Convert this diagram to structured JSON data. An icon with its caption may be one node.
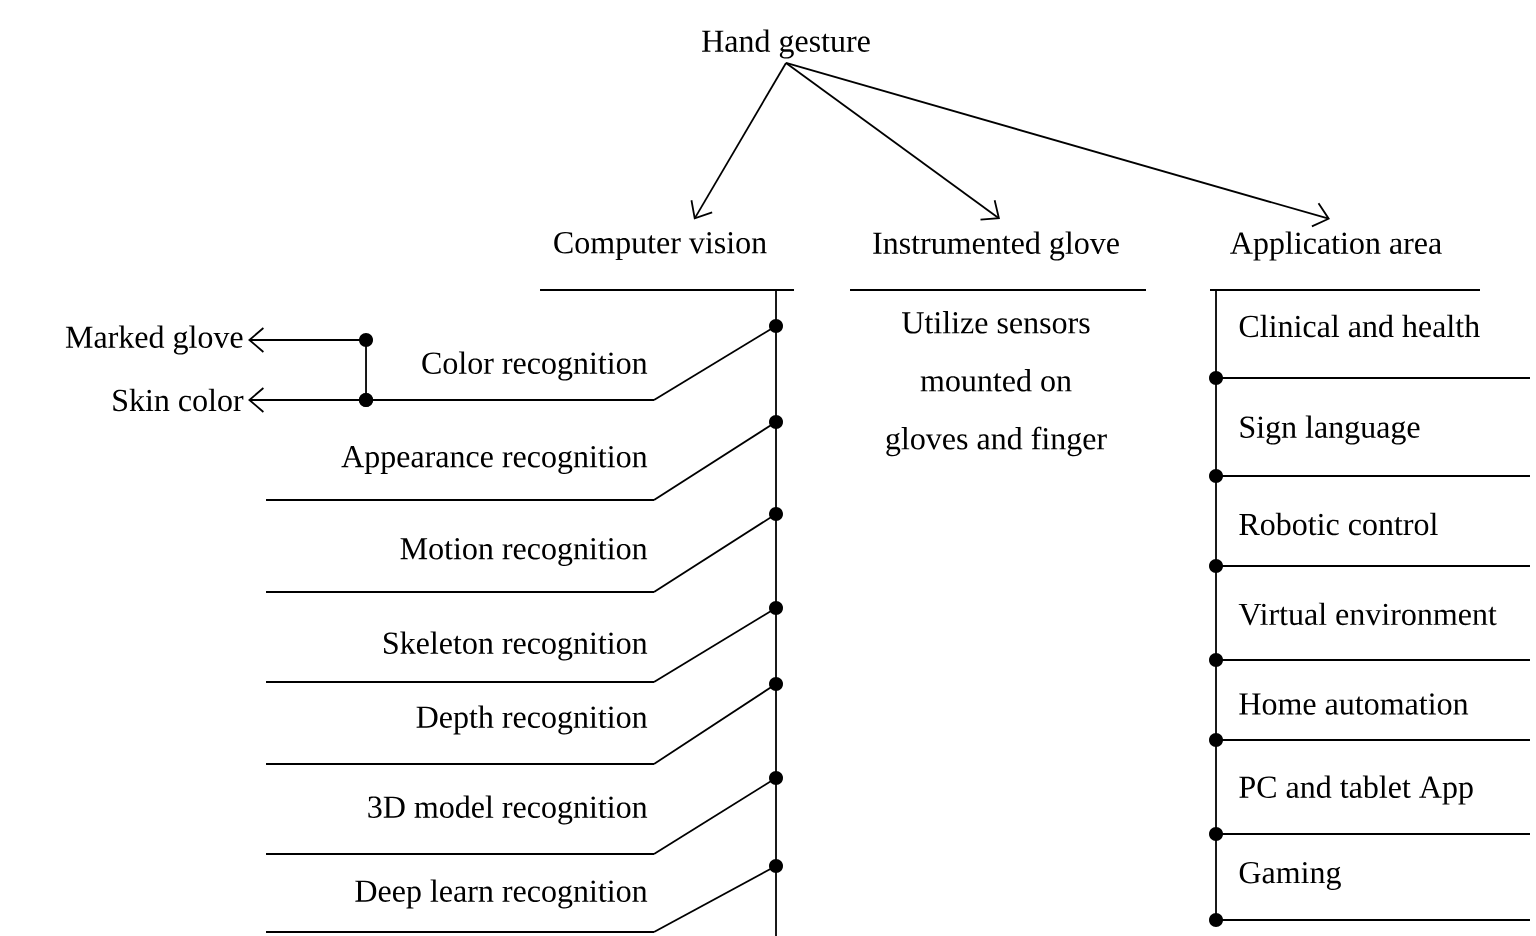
{
  "diagram": {
    "nodes": [
      {
        "text": [
          "Hand gesture"
        ]
      },
      {
        "text": [
          "Computer vision"
        ]
      },
      {
        "text": [
          "Instrumented glove"
        ],
        "beside": [
          "Utilize sensors mounted on gloves and finger"
        ]
      },
      {
        "text": [
          "Application area"
        ]
      },
      {
        "text": [
          "Color recognition"
        ]
      },
      {
        "text": [
          "Appearance recognition"
        ]
      },
      {
        "text": [
          "Motion recognition"
        ]
      },
      {
        "text": [
          "Skeleton recognition"
        ]
      },
      {
        "text": [
          "Depth recognition"
        ]
      },
      {
        "text": [
          "3D model recognition"
        ]
      },
      {
        "text": [
          "Deep learn recognition"
        ]
      },
      {
        "text": [
          "Marked glove"
        ]
      },
      {
        "text": [
          "Skin color"
        ]
      },
      {
        "text": [
          "Clinical and health"
        ]
      },
      {
        "text": [
          "Sign language"
        ]
      },
      {
        "text": [
          "Robotic control"
        ]
      },
      {
        "text": [
          "Virtual environment"
        ]
      },
      {
        "text": [
          "Home automation"
        ]
      },
      {
        "text": [
          "PC and tablet App"
        ]
      },
      {
        "text": [
          "Gaming"
        ]
      }
    ],
    "edges": [
      {
        "from": 0,
        "to": 1,
        "arrow": "to"
      },
      {
        "from": 0,
        "to": 2,
        "arrow": "to"
      },
      {
        "from": 0,
        "to": 3,
        "arrow": "to"
      },
      {
        "from": 1,
        "to": 4,
        "arrow": "none"
      },
      {
        "from": 1,
        "to": 5,
        "arrow": "none"
      },
      {
        "from": 1,
        "to": 6,
        "arrow": "none"
      },
      {
        "from": 1,
        "to": 7,
        "arrow": "none"
      },
      {
        "from": 1,
        "to": 8,
        "arrow": "none"
      },
      {
        "from": 1,
        "to": 9,
        "arrow": "none"
      },
      {
        "from": 1,
        "to": 10,
        "arrow": "none"
      },
      {
        "from": 4,
        "to": 11,
        "arrow": "to"
      },
      {
        "from": 4,
        "to": 12,
        "arrow": "to"
      },
      {
        "from": 3,
        "to": 13,
        "arrow": "other"
      },
      {
        "from": 3,
        "to": 14,
        "arrow": "other"
      },
      {
        "from": 3,
        "to": 15,
        "arrow": "other"
      },
      {
        "from": 3,
        "to": 16,
        "arrow": "other"
      },
      {
        "from": 3,
        "to": 17,
        "arrow": "other"
      },
      {
        "from": 3,
        "to": 18,
        "arrow": "other"
      },
      {
        "from": 3,
        "to": 19,
        "arrow": "other"
      }
    ]
  }
}
